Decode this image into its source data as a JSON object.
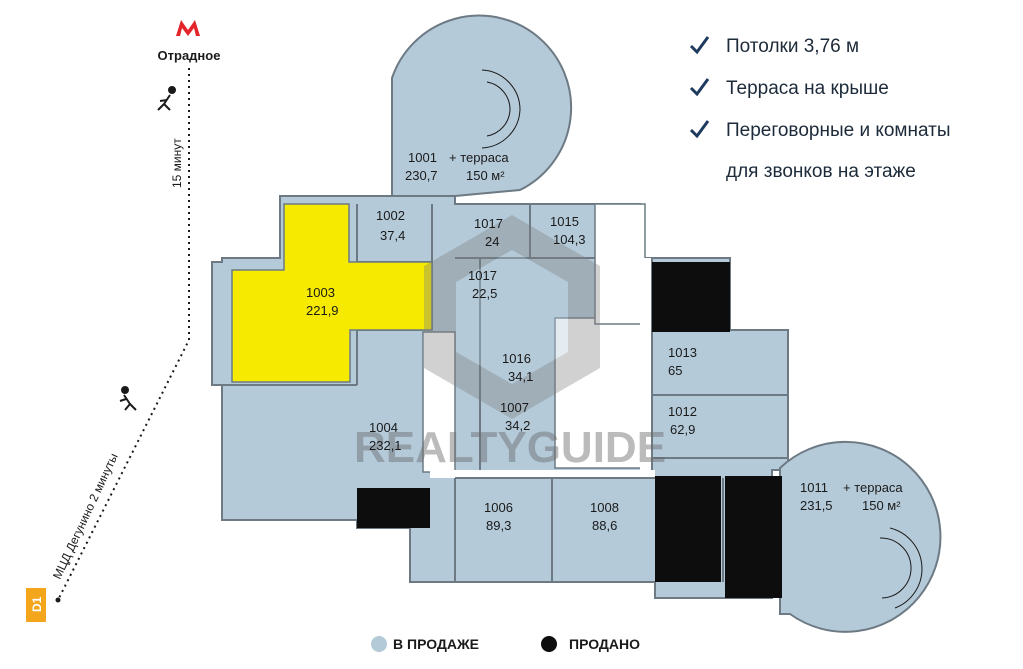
{
  "colors": {
    "available": "#b4cad9",
    "sold": "#0d0d0d",
    "highlight": "#f5ea00",
    "wall": "#6d7a84",
    "check": "#1e3a5f",
    "metro": "#e4242b",
    "d1": "#f3a51b"
  },
  "metro": {
    "station": "Отрадное",
    "icon": "metro-m-icon"
  },
  "routes": {
    "walk_metro": "15 минут",
    "walk_d1": "МЦД Дегунино 2 минуты",
    "d1_badge": "D1"
  },
  "features": [
    {
      "text": "Потолки 3,76 м"
    },
    {
      "text": "Терраса на крыше"
    },
    {
      "text": "Переговорные и комнаты"
    },
    {
      "text": "для звонков на этаже"
    }
  ],
  "rooms": [
    {
      "id": "1001",
      "area": "230,7",
      "terrace": "+ терраса",
      "terrace_area": "150 м²",
      "status": "available"
    },
    {
      "id": "1002",
      "area": "37,4",
      "status": "available"
    },
    {
      "id": "1003",
      "area": "221,9",
      "status": "highlight"
    },
    {
      "id": "1004",
      "area": "232,1",
      "status": "available"
    },
    {
      "id": "1006",
      "area": "89,3",
      "status": "available"
    },
    {
      "id": "1007",
      "area": "34,2",
      "status": "available"
    },
    {
      "id": "1008",
      "area": "88,6",
      "status": "available"
    },
    {
      "id": "1011",
      "area": "231,5",
      "terrace": "+ терраса",
      "terrace_area": "150 м²",
      "status": "available"
    },
    {
      "id": "1012",
      "area": "62,9",
      "status": "available"
    },
    {
      "id": "1013",
      "area": "65",
      "status": "available"
    },
    {
      "id": "1015",
      "area": "104,3",
      "status": "available"
    },
    {
      "id": "1016",
      "area": "34,1",
      "status": "available"
    },
    {
      "id": "1017",
      "area": "24",
      "status": "available"
    },
    {
      "id": "1017",
      "area": "22,5",
      "status": "available"
    }
  ],
  "legend": {
    "available": "В ПРОДАЖЕ",
    "sold": "ПРОДАНО"
  },
  "watermark": "REALTYGUIDE"
}
